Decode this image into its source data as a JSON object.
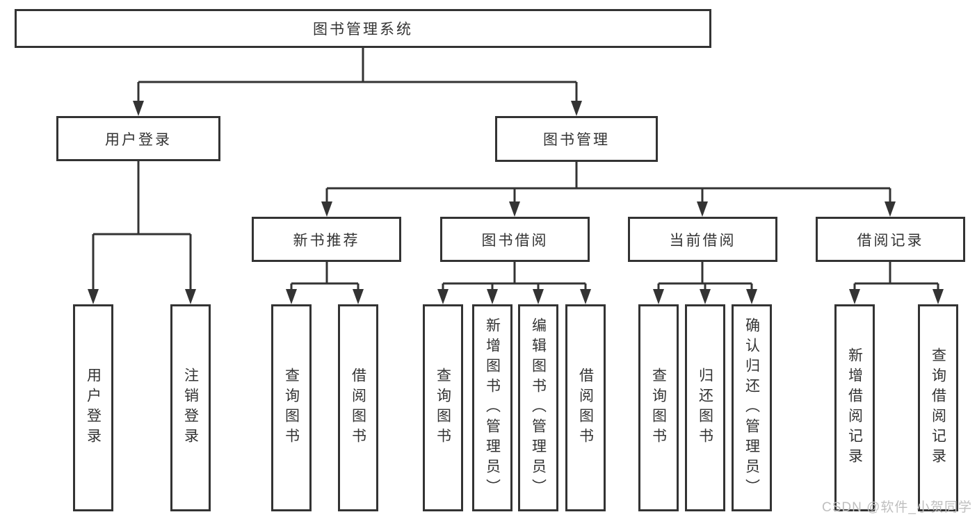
{
  "diagram_type": "hierarchy-tree",
  "colors": {
    "line": "#333333",
    "node_border": "#333333",
    "node_background": "#ffffff",
    "text": "#333333",
    "watermark": "#bfbfbf"
  },
  "tree": {
    "root": {
      "label": "图书管理系统"
    },
    "branches": [
      {
        "label": "用户登录",
        "children": [
          {
            "label": "用户登录"
          },
          {
            "label": "注销登录"
          }
        ]
      },
      {
        "label": "图书管理",
        "children": [
          {
            "label": "新书推荐",
            "children": [
              {
                "label": "查询图书"
              },
              {
                "label": "借阅图书"
              }
            ]
          },
          {
            "label": "图书借阅",
            "children": [
              {
                "label": "查询图书"
              },
              {
                "label": "新增图书（管理员）"
              },
              {
                "label": "编辑图书（管理员）"
              },
              {
                "label": "借阅图书"
              }
            ]
          },
          {
            "label": "当前借阅",
            "children": [
              {
                "label": "查询图书"
              },
              {
                "label": "归还图书"
              },
              {
                "label": "确认归还（管理员）"
              }
            ]
          },
          {
            "label": "借阅记录",
            "children": [
              {
                "label": "新增借阅记录"
              },
              {
                "label": "查询借阅记录"
              }
            ]
          }
        ]
      }
    ]
  },
  "watermark": {
    "text": "CSDN @软件_小贺同学"
  }
}
